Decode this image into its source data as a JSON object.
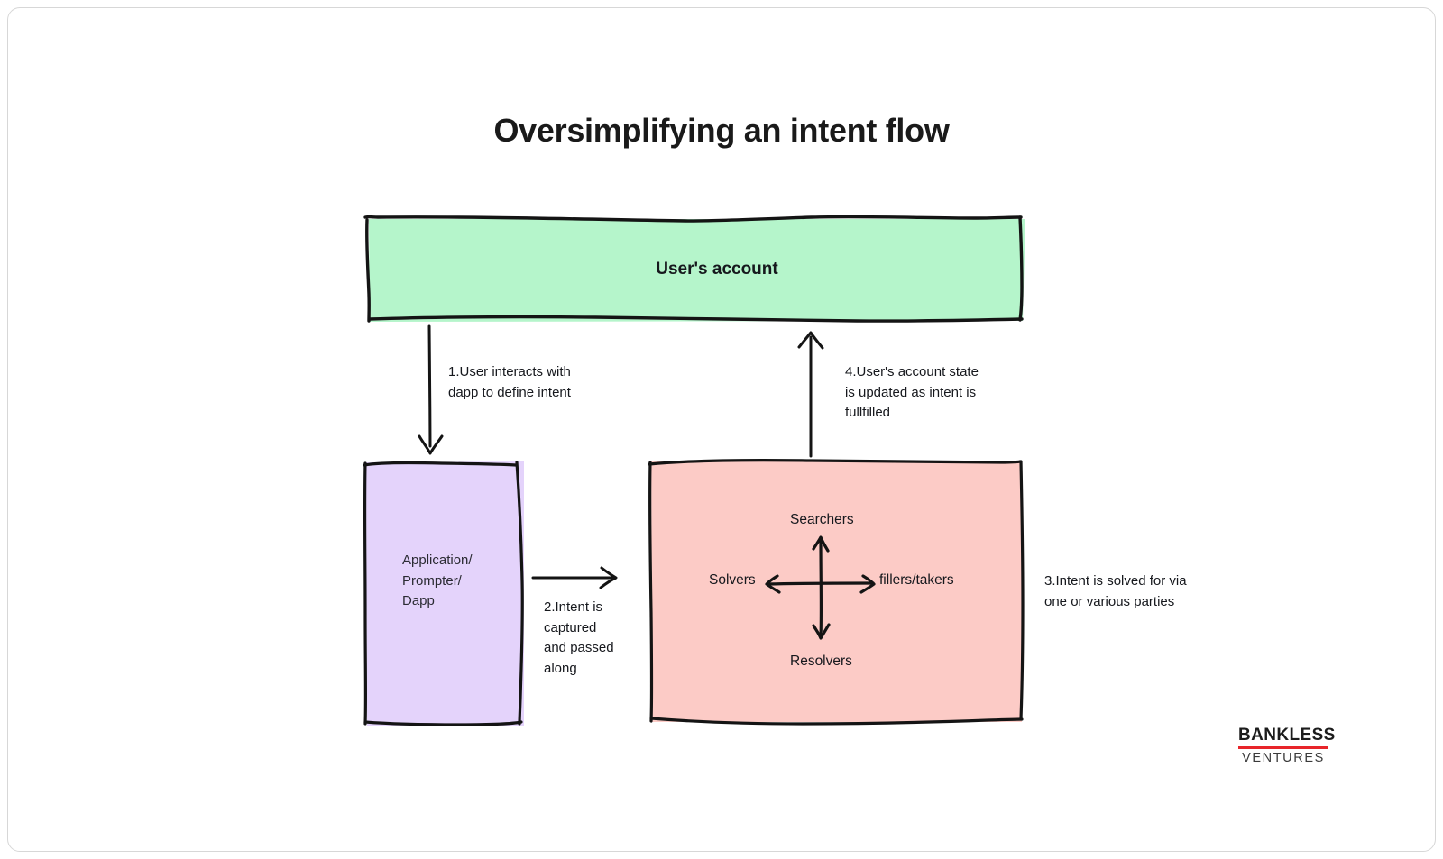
{
  "page": {
    "title": "Oversimplifying an intent flow",
    "background": "#ffffff",
    "frame_color": "#d7d7d7"
  },
  "nodes": {
    "user_account": {
      "label": "User's account",
      "fill": "#b5f5cb",
      "stroke": "#141414"
    },
    "application": {
      "label": "Application/\nPrompter/\nDapp",
      "line1": "Application/",
      "line2": "Prompter/",
      "line3": "Dapp",
      "fill": "#e4d3fb",
      "stroke": "#141414"
    },
    "solver_network": {
      "fill": "#fccbc6",
      "stroke": "#141414",
      "cross_labels": {
        "top": "Searchers",
        "bottom": "Resolvers",
        "left": "Solvers",
        "right": "fillers/takers"
      }
    }
  },
  "annotations": [
    {
      "id": "step-1",
      "line1": "1.User interacts with",
      "line2": "dapp to define intent"
    },
    {
      "id": "step-2",
      "line1": "2.Intent is",
      "line2": "captured",
      "line3": "and passed",
      "line4": "along"
    },
    {
      "id": "step-3",
      "line1": "3.Intent is solved for via",
      "line2": "one or various parties"
    },
    {
      "id": "step-4",
      "line1": "4.User's account state",
      "line2": "is updated as intent is",
      "line3": "fullfilled"
    }
  ],
  "logo": {
    "primary": "BANKLESS",
    "secondary": "VENTURES",
    "rule_color": "#e8252a"
  }
}
